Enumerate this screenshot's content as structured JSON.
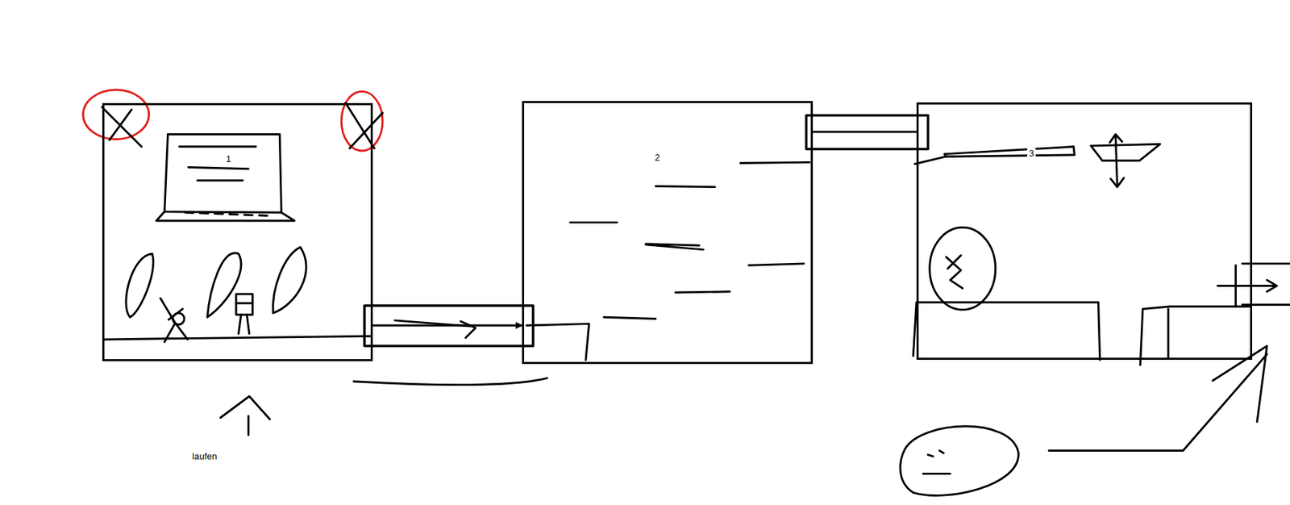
{
  "diagram": {
    "nodes": [
      {
        "text": [
          "1"
        ]
      },
      {
        "text": [
          "2"
        ]
      },
      {
        "text": [
          "3"
        ]
      }
    ],
    "edges": [
      {
        "from": 0,
        "to": 1,
        "arrow": "to"
      },
      {
        "from": 1,
        "to": 2,
        "arrow": "none"
      }
    ],
    "labels": [
      "laufen"
    ]
  }
}
